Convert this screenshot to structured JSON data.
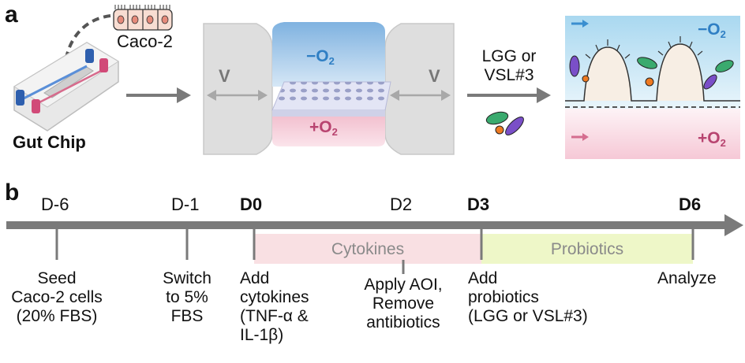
{
  "panel_a": {
    "letter": "a",
    "cell_label": "Caco-2",
    "chip_label": "Gut Chip",
    "vacuum_left": "V",
    "vacuum_right": "V",
    "top_o2": "−O",
    "bottom_o2": "+O",
    "o2_sub": "2",
    "probiotic_label": "LGG or\nVSL#3",
    "result_top_o2": "−O",
    "result_bottom_o2": "+O"
  },
  "panel_b": {
    "letter": "b",
    "days": [
      "D-6",
      "D-1",
      "D0",
      "D2",
      "D3",
      "D6"
    ],
    "bands": {
      "cytokines": "Cytokines",
      "probiotics": "Probiotics"
    },
    "steps": [
      "Seed\nCaco-2 cells\n(20% FBS)",
      "Switch\nto 5%\nFBS",
      "Add\ncytokines\n(TNF-α &\nIL-1β)",
      "Apply AOI,\nRemove\nantibiotics",
      "Add\nprobiotics\n(LGG or VSL#3)",
      "Analyze"
    ]
  },
  "colors": {
    "arrow_gray": "#7a7a7a",
    "oxygen_low_blue": "#3a8fd0",
    "oxygen_high_pink": "#c2527a",
    "cytokine_band": "#f9e0e3",
    "probiotic_band": "#eef7c8",
    "lgg_green": "#3aaa6e",
    "vsl_purple": "#7a4fc8",
    "bacteria_orange": "#ee7a22"
  }
}
